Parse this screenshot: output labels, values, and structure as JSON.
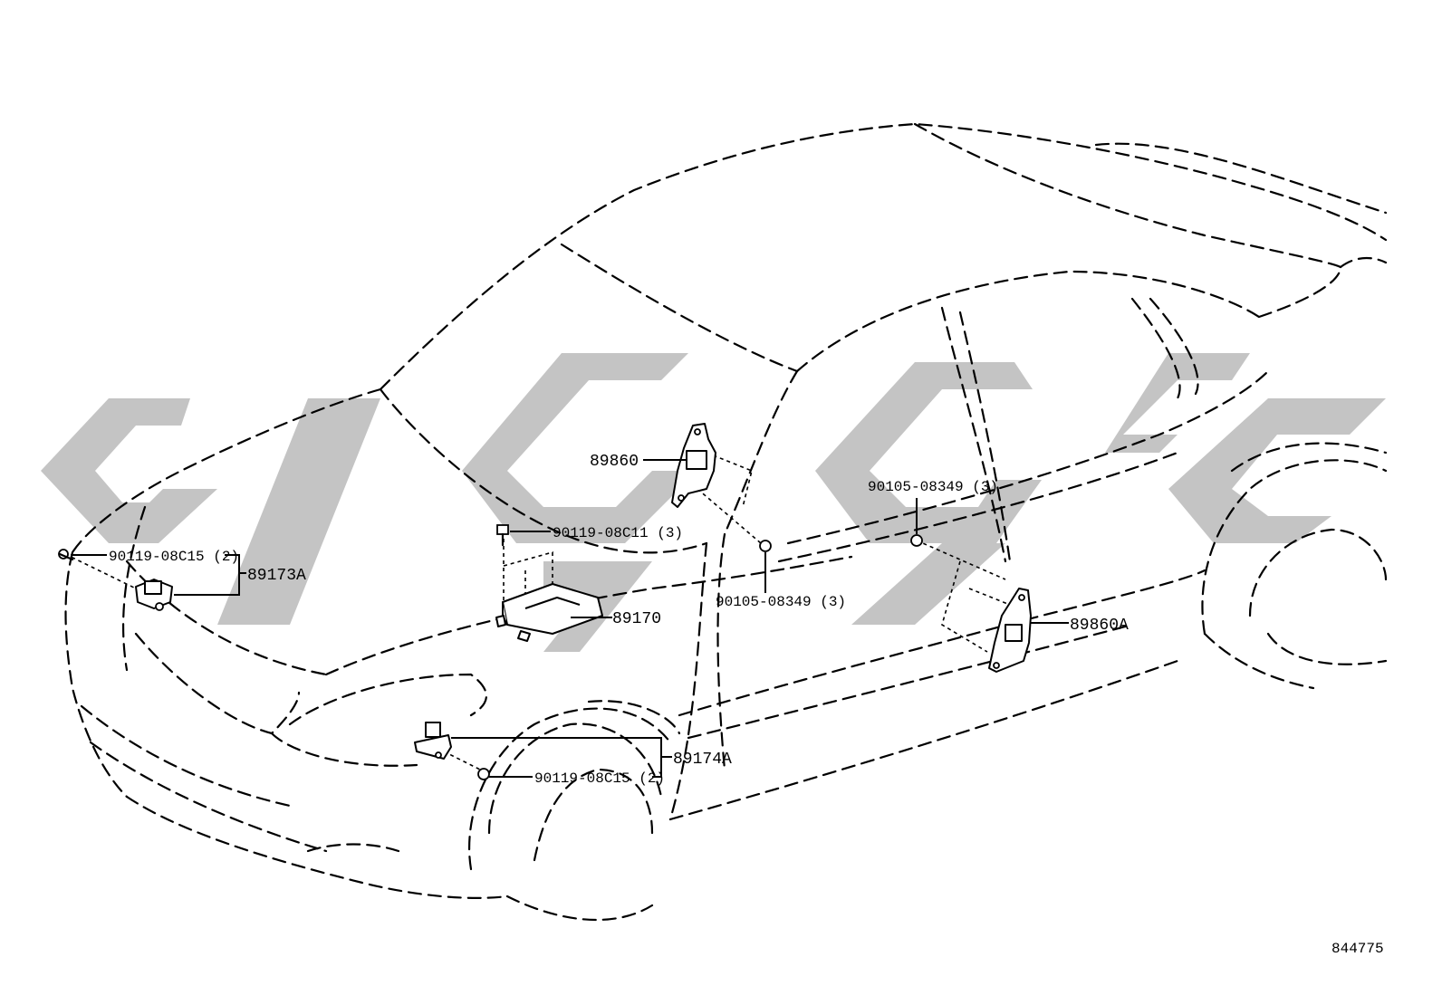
{
  "diagram": {
    "ref_number": "844775",
    "parts": [
      {
        "id": "p89860",
        "label": "89860"
      },
      {
        "id": "p89860a",
        "label": "89860A"
      },
      {
        "id": "p89170",
        "label": "89170"
      },
      {
        "id": "p89173a",
        "label": "89173A"
      },
      {
        "id": "p89174a",
        "label": "89174A"
      }
    ],
    "fasteners": [
      {
        "id": "f1",
        "label": "90119-08C15 (2)"
      },
      {
        "id": "f2",
        "label": "90119-08C11 (3)"
      },
      {
        "id": "f3",
        "label": "90105-08349 (3)"
      },
      {
        "id": "f4",
        "label": "90105-08349 (3)"
      },
      {
        "id": "f5",
        "label": "90119-08C15 (2)"
      }
    ]
  }
}
